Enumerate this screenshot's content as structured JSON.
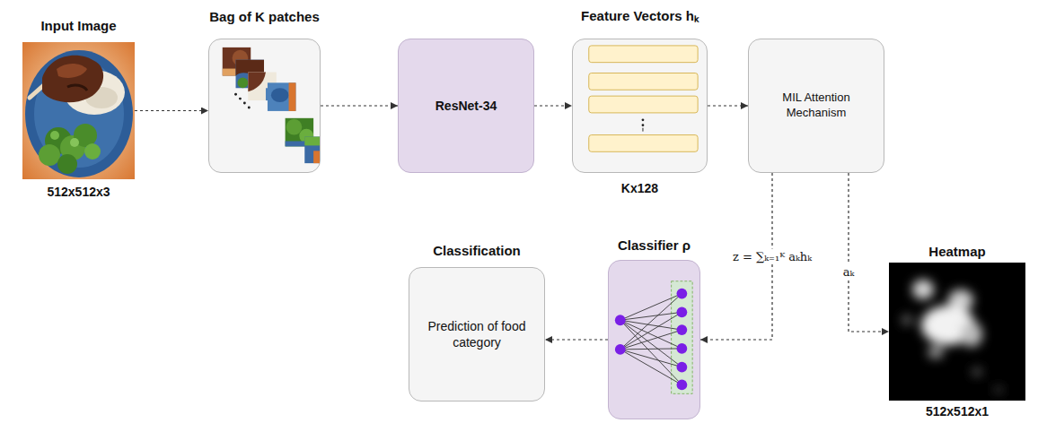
{
  "diagram": {
    "nodes": [
      {
        "text": [
          "Input Image",
          "512x512x3"
        ]
      },
      {
        "text": [
          "Bag of K patches"
        ]
      },
      {
        "text": [
          "ResNet-34"
        ]
      },
      {
        "text": [
          "Feature Vectors hₖ",
          "Kx128"
        ]
      },
      {
        "text": [
          "MIL Attention Mechanism"
        ]
      },
      {
        "text": [
          "Classification",
          "Prediction of food category"
        ]
      },
      {
        "text": [
          "Classifier ρ"
        ]
      },
      {
        "text": [
          "Heatmap",
          "512x512x1"
        ]
      }
    ],
    "edges": [
      {
        "from": 0,
        "to": 1,
        "arrow": "to"
      },
      {
        "from": 1,
        "to": 2,
        "arrow": "to"
      },
      {
        "from": 2,
        "to": 3,
        "arrow": "to"
      },
      {
        "from": 3,
        "to": 4,
        "arrow": "to"
      },
      {
        "from": 4,
        "to": 6,
        "label": "z = ∑ₖ₌₁ᴷ aₖhₖ",
        "arrow": "to"
      },
      {
        "from": 4,
        "to": 7,
        "label": "aₖ",
        "arrow": "to"
      },
      {
        "from": 6,
        "to": 5,
        "arrow": "to"
      }
    ]
  }
}
